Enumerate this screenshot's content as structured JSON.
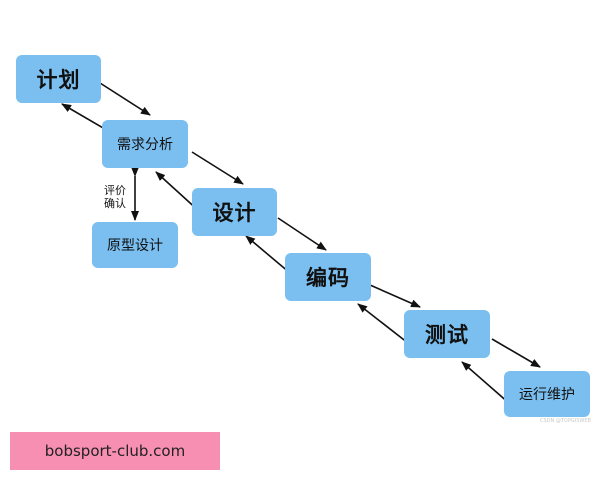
{
  "nodes": {
    "plan": "计划",
    "requirements": "需求分析",
    "prototype": "原型设计",
    "design": "设计",
    "coding": "编码",
    "testing": "测试",
    "maintenance": "运行维护"
  },
  "side_label": {
    "line1": "评价",
    "line2": "确认"
  },
  "watermark": "bobsport-club.com",
  "credit": "CSDN @TOPGISWEB",
  "colors": {
    "node_fill": "#7bbff0",
    "arrow": "#111111",
    "watermark_bg": "#f68fb2"
  }
}
